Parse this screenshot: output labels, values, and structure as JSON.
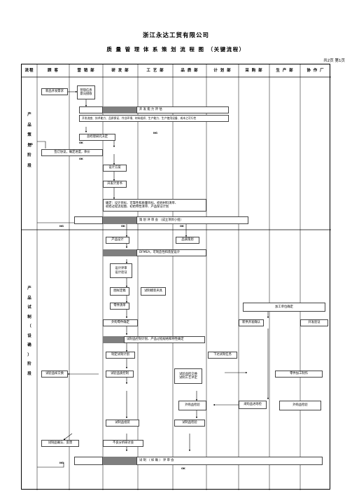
{
  "header": {
    "company": "浙江永达工贸有限公司",
    "doc_title": "质 量 管 理 体 系 策 划 流 程 图 （关键流程）",
    "page_info": "共2页  第1页"
  },
  "columns": [
    "流程",
    "顾 客",
    "营 销 部",
    "研 发 部",
    "工 艺 部",
    "品 质 部",
    "计 划 部",
    "采 购 部",
    "生 产 部",
    "协 作 厂"
  ],
  "phases": {
    "phase1": [
      "产",
      "品",
      "策",
      "划",
      "阶",
      "段"
    ],
    "phase2": [
      "产",
      "品",
      "试",
      "制",
      "（",
      "设",
      "确",
      "）",
      "阶",
      "段"
    ]
  },
  "boxes": {
    "dev_request": "新品开发需求",
    "market_info": "营销信息\n意向接收",
    "dev_capability_review": "开  发  能  力  评  估",
    "review_content": "开发进度、技术能力、品质保证、作业环境、材料组织、生产能力、生产使用设备、成本之可行性",
    "gm_decision": "总经理研究决定",
    "sign_agreement": "签订协议，确定进度，体价",
    "design_plan": "设计方案",
    "dev_plan": "开发计划书",
    "plan_content": "确定：设计目标、可靠性和质量目标、初始材料清单、\n初始过程流程图、初始特性清单、产品保证计划",
    "planning_review": "策  划  评  审  会  （成立项目小组）",
    "product_design": "产品设计",
    "quality_plan": "品质策划",
    "dfmea": "DFMEA，可制造性和装配设计",
    "design_review": "设计评审",
    "design_verify": "设计验证",
    "drawing_list": "图样定稿",
    "trial_tooling": "试制模装夹具",
    "parts_list": "零件清单",
    "process_confirm": "加工单位确定",
    "purchase_parts": "外购零件确定",
    "supplier_dev": "新供开发确认",
    "dev_verify": "开发验证",
    "trial_plan": "试制品控制计划、产品过程规格和特性确定",
    "make_trial_plan": "制定试制计划",
    "trial_task": "下达试制任务",
    "sample_delivery": "试验品样交换",
    "trial_control": "试验品质控制",
    "trial_sample_exchange": "试验品检交换",
    "trial_process_eval": "试制工艺评定",
    "parts_trial": "零件加工制作",
    "purchase_check": "外购品检验",
    "incoming_check": "采购品进场检",
    "outsource_check": "外购品检验",
    "trial_assembly": "试制品组装",
    "trial_inspection": "试制品检验",
    "trial_feedback": "试制品确认、反馈",
    "defect_review": "不良分析研讨会",
    "trial_summary": "试  制  （  样  确  ）  评  审  会"
  },
  "labels": {
    "yes": "OK",
    "no": "NG"
  }
}
